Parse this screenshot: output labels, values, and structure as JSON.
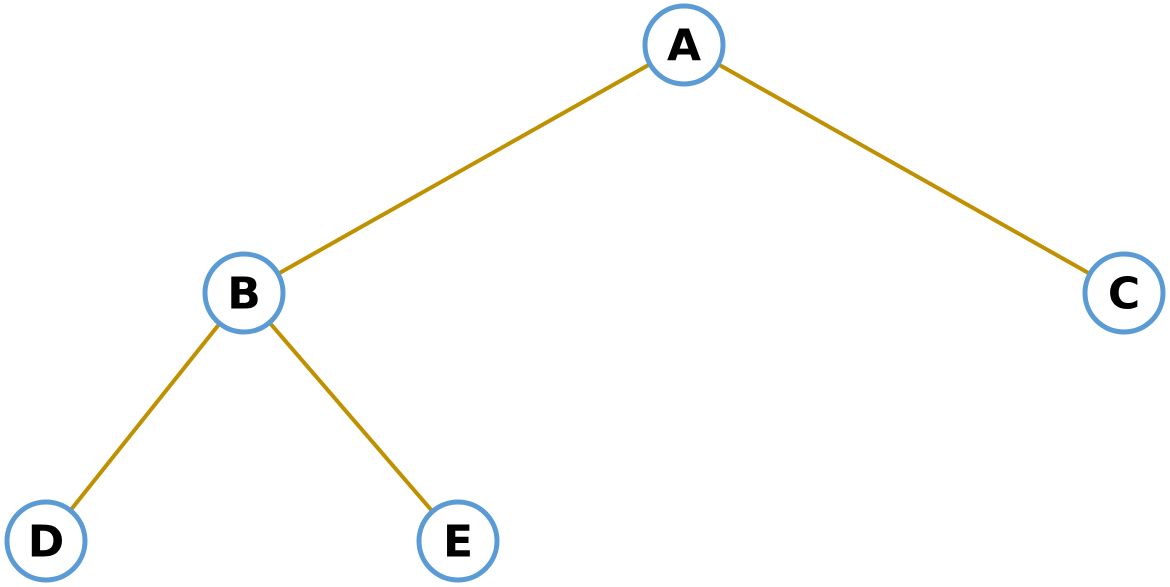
{
  "colors": {
    "edge": "#BF9000",
    "node_border": "#5B9BD5",
    "node_fill": "#FFFFFF",
    "label": "#000000"
  },
  "tree": {
    "nodes": [
      {
        "id": "A",
        "label": "A"
      },
      {
        "id": "B",
        "label": "B"
      },
      {
        "id": "C",
        "label": "C"
      },
      {
        "id": "D",
        "label": "D"
      },
      {
        "id": "E",
        "label": "E"
      }
    ],
    "edges": [
      {
        "from": "A",
        "to": "B"
      },
      {
        "from": "A",
        "to": "C"
      },
      {
        "from": "B",
        "to": "D"
      },
      {
        "from": "B",
        "to": "E"
      }
    ]
  }
}
